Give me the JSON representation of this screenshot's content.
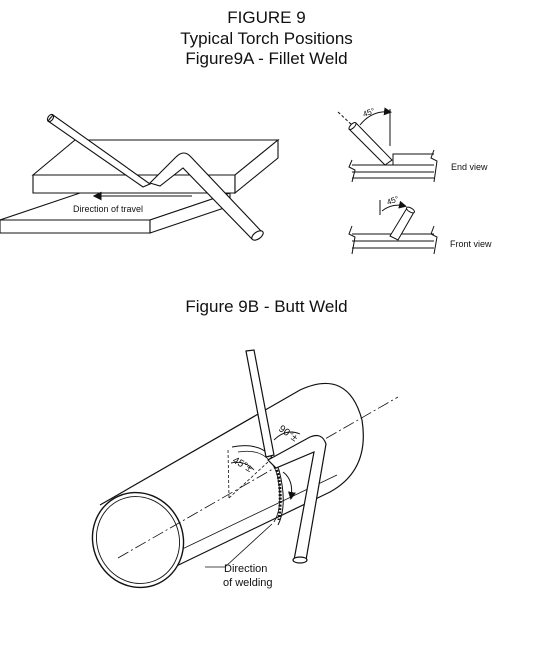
{
  "header": {
    "figure": "FIGURE 9",
    "subtitle": "Typical Torch Positions",
    "part_a": "Figure9A - Fillet Weld"
  },
  "fillet": {
    "direction_label": "Direction of travel",
    "end_view_angle": "45°",
    "end_view_label": "End view",
    "front_view_angle": "45°",
    "front_view_label": "Front view"
  },
  "butt": {
    "title": "Figure 9B - Butt Weld",
    "angle_90": "90°±",
    "angle_45": "45°±",
    "direction_line1": "Direction",
    "direction_line2": "of welding"
  }
}
